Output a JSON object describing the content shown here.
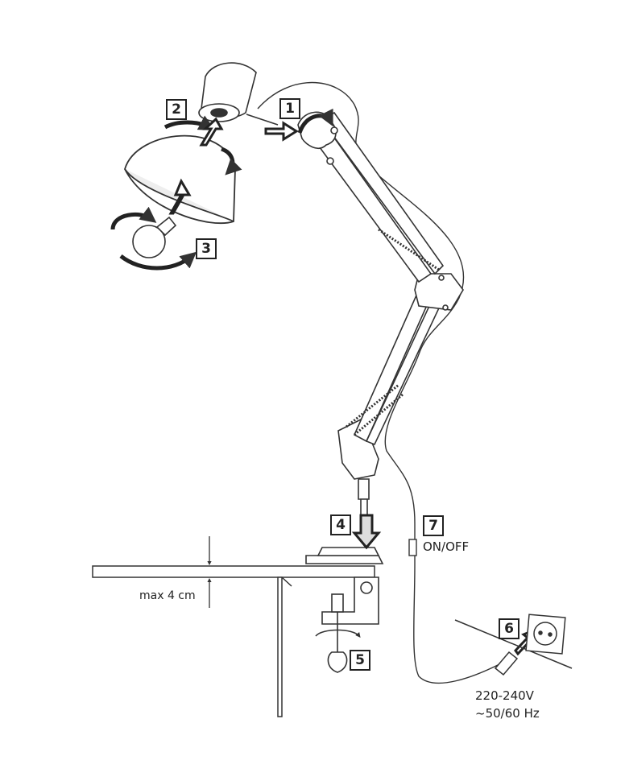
{
  "steps": {
    "s1": "1",
    "s2": "2",
    "s3": "3",
    "s4": "4",
    "s5": "5",
    "s6": "6",
    "s7": "7"
  },
  "labels": {
    "switch": "ON/OFF",
    "clamp_thickness": "max 4 cm",
    "voltage": "220-240V",
    "frequency": "~50/60 Hz"
  }
}
